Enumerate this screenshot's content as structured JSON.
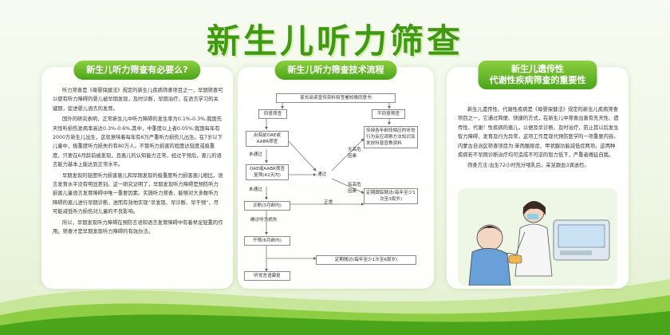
{
  "title": "新生儿听力筛查",
  "panels": {
    "necessity": {
      "title": "新生儿听力筛查有必要么?",
      "paragraphs": [
        "听力筛查是《母婴保健法》规定的新生儿疾病筛查项目之一，早期筛查可以使有听力障碍的婴儿被早期发现，及时诊断，早期治疗，在语言学习的关键期，促进婴儿语言的发育。",
        "国外的研究表明，正常新生儿中听力障碍的发生率为0.1%-0.3%,我国先天性听损伤发病率高达0.3%-0.6%,其中，中重度以上者0.05%;我国每年有2000万新生儿出生，这就意味着每年有6万严重听力损伤儿出生。在7岁以下儿童中，极重度听力损失的有80万人。不管听力损害的程度达轻度或极重度，只要在6月龄前被发现，且患儿的认知能力正常，经过干预后，患儿的语言能力基本上能达到正常水平。",
        "早期发现的轻度听力损害患儿和早期发现的极重度听力损害患儿相比，语言发育水平没有明显差别。这一研究证明了，早期发现听力障碍是预防听力损害儿童语言发育障碍中唯一重要因素。实施听力筛查，能够对大多数听力障碍的患儿进行早期诊断，进而有效地实现“早发现、早诊断、早干预”，尽可能减低听力损伤对儿童的不良影响。",
        "所以，早期发现听力障碍在预防言语和语言发育障碍中有着举足轻重的作用。筛查才是早期发现听力障碍的有效办法。"
      ]
    },
    "process": {
      "title": "新生儿听力筛查技术流程",
      "nodes": {
        "consent": "家长阅读宣传资料和签署知情同意书",
        "agree": "同意筛查",
        "disagree": "不同意筛查",
        "discharge_screen": "出院前OAE或AABR筛查",
        "inform": "传授各年龄段相应的听觉行为反应观察方法知识及发放科普宣教资料",
        "rescreen": "OAE或AABR筛查复筛(42天内)",
        "diagnose": "诊断(3月龄内)",
        "intervene": "干预(6月龄内)",
        "followup_normal": "定期跟踪随访(每年至少1次至3周岁)",
        "followup_intervene": "定期随访(每年至少1次至6周岁)",
        "rehab": "听觉言语康复"
      },
      "labels": {
        "not_pass1": "未通过",
        "not_pass2": "未通过",
        "pass": "通过",
        "no_risk": "无高危因素",
        "risk": "有高危因素",
        "normal": "正常",
        "confirm": "确诊听力损失"
      }
    },
    "genetic": {
      "title_line1": "新生儿遗传性",
      "title_line2": "代谢性疾病筛查的重要性",
      "paragraphs": [
        "新生儿遗传性、代谢性疾病是《母婴保健法》规定的新生儿疾病筛查项目之一，它通过简便、快捷的方式，在新生儿中筛查出患有先天性、遗传性、代谢！性疾病的患儿，以便及早诊断、及时治疗，防止其以后发生智力障碍、发育及行为异常，这项工作是现代预防医学的一项重要内容。内蒙古自治区筛查项目为:苯丙酮尿症、甲状腺功能减低症两项。这两种疾病若不早期诊断治疗均可造成不可逆的智力低下，严重者搏延自我。",
        "筛查方法:出生72小时充分喂乳后，采足跟血3滴送检。"
      ]
    }
  },
  "colors": {
    "title": "#3f9a12",
    "accent": "#4aa51a",
    "light": "#8ccf3f"
  }
}
